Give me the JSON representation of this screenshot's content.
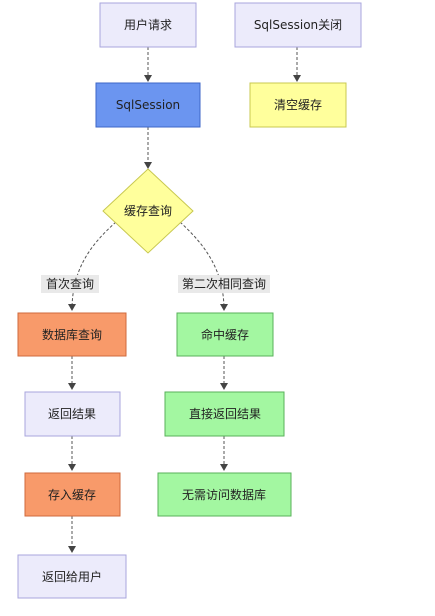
{
  "colors": {
    "lavender": "#ecebfb",
    "lavender_border": "#a8a6dc",
    "blue": "#6b95f0",
    "blue_border": "#3d66c7",
    "yellow": "#ffff9c",
    "yellow_border": "#c8c850",
    "orange": "#f89a6a",
    "orange_border": "#cf6a3c",
    "green": "#a3f7a1",
    "green_border": "#58b25a",
    "edge": "#555555"
  },
  "nodes": {
    "user_request": "用户请求",
    "sqlsession_close": "SqlSession关闭",
    "sqlsession": "SqlSession",
    "clear_cache": "清空缓存",
    "cache_query": "缓存查询",
    "db_query": "数据库查询",
    "return_result_left": "返回结果",
    "store_cache": "存入缓存",
    "return_to_user": "返回给用户",
    "cache_hit": "命中缓存",
    "return_result_direct": "直接返回结果",
    "no_db_access": "无需访问数据库"
  },
  "edges": {
    "first_query": "首次查询",
    "second_same_query": "第二次相同查询"
  }
}
